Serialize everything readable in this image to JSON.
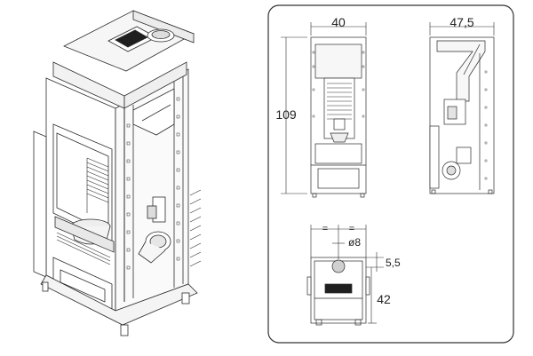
{
  "drawing": {
    "dimensions": {
      "front_width": "40",
      "side_depth": "47,5",
      "height": "109",
      "top_depth": "42",
      "top_offset": "5,5",
      "flue_diameter": "ø8",
      "equal_mark_1": "=",
      "equal_mark_2": "="
    }
  },
  "colors": {
    "line": "#2b2b2b",
    "frame": "#333333"
  }
}
